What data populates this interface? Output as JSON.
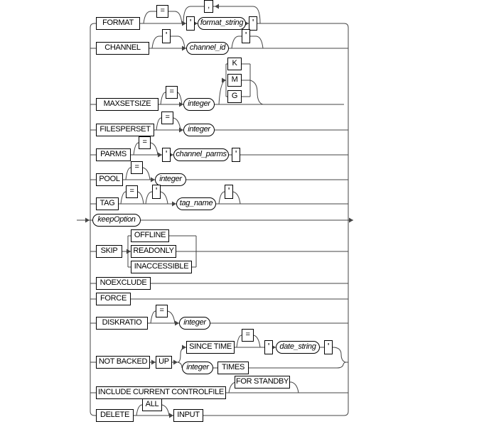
{
  "diagram": {
    "title": "backup options syntax diagram",
    "colors": {
      "line": "#444444",
      "box_border": "#000000",
      "background": "#ffffff",
      "text": "#000000"
    },
    "nodes": {
      "format": "FORMAT",
      "format_eq": "=",
      "format_comma": ",",
      "format_q1": "'",
      "format_var": "format_string",
      "format_q2": "'",
      "channel": "CHANNEL",
      "channel_q1": "'",
      "channel_var": "channel_id",
      "channel_q2": "'",
      "maxsetsize": "MAXSETSIZE",
      "maxsetsize_eq": "=",
      "maxsetsize_var": "integer",
      "k": "K",
      "m": "M",
      "g": "G",
      "filesperset": "FILESPERSET",
      "filesperset_eq": "=",
      "filesperset_var": "integer",
      "parms": "PARMS",
      "parms_eq": "=",
      "parms_q1": "'",
      "parms_var": "channel_parms",
      "parms_q2": "'",
      "pool": "POOL",
      "pool_eq": "=",
      "pool_var": "integer",
      "tag": "TAG",
      "tag_eq": "=",
      "tag_q1": "'",
      "tag_var": "tag_name",
      "tag_q2": "'",
      "keep_option": "keepOption",
      "skip": "SKIP",
      "offline": "OFFLINE",
      "readonly": "READONLY",
      "inaccessible": "INACCESSIBLE",
      "noexclude": "NOEXCLUDE",
      "force": "FORCE",
      "diskratio": "DISKRATIO",
      "diskratio_eq": "=",
      "diskratio_var": "integer",
      "not_backed": "NOT BACKED",
      "up": "UP",
      "since_time": "SINCE TIME",
      "since_eq": "=",
      "since_q1": "'",
      "date_var": "date_string",
      "since_q2": "'",
      "times_var": "integer",
      "times": "TIMES",
      "include": "INCLUDE CURRENT CONTROLFILE",
      "for_standby": "FOR STANDBY",
      "delete": "DELETE",
      "all": "ALL",
      "input": "INPUT"
    }
  }
}
